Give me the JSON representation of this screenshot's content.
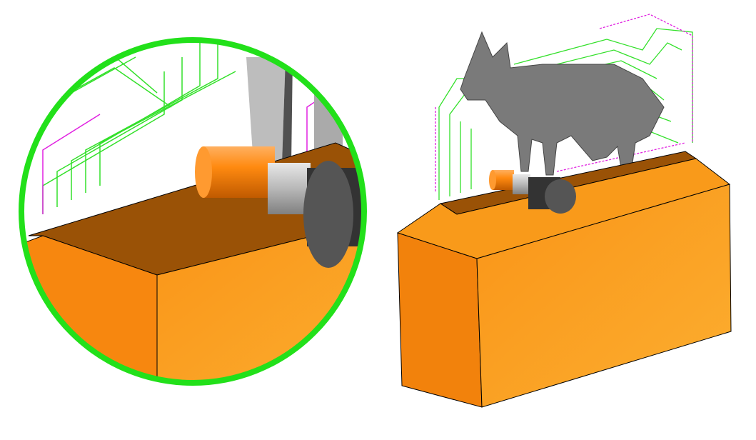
{
  "colors": {
    "background": "#ffffff",
    "stock_top": "#9a5206",
    "stock_front": "#f7870f",
    "stock_side": "#fca21f",
    "stock_chamfer": "#f99a1a",
    "toolpath_primary": "#33e02a",
    "toolpath_secondary": "#e020e0",
    "tool_holder": "#ff8a10",
    "tool_shank": "#b8b8b8",
    "tool_head": "#4a4a4a",
    "model": "#7a7a7a",
    "magnifier_ring": "#22e01a"
  },
  "icons": {
    "magnifier": "zoom-detail-circle",
    "tool": "cutting-tool",
    "model": "wolf-model",
    "stock": "stock-block"
  }
}
